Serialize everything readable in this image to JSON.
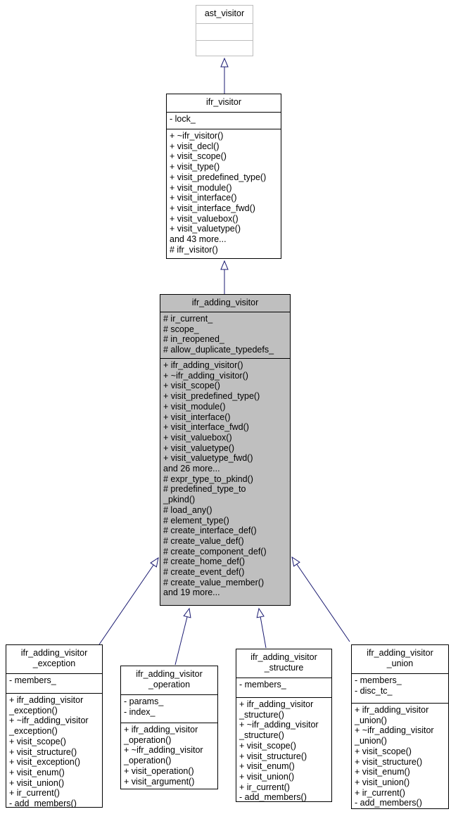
{
  "diagram": {
    "type": "uml-class-inheritance-graph",
    "arrow_color": "#191970",
    "highlight_fill": "#bfbfbf",
    "nodes": {
      "ast_visitor": {
        "title": "ast_visitor",
        "attributes": [],
        "methods": []
      },
      "ifr_visitor": {
        "title": "ifr_visitor",
        "attributes": [
          "- lock_"
        ],
        "methods": [
          "+ ~ifr_visitor()",
          "+ visit_decl()",
          "+ visit_scope()",
          "+ visit_type()",
          "+ visit_predefined_type()",
          "+ visit_module()",
          "+ visit_interface()",
          "+ visit_interface_fwd()",
          "+ visit_valuebox()",
          "+ visit_valuetype()",
          "and 43 more...",
          "# ifr_visitor()"
        ]
      },
      "ifr_adding_visitor": {
        "title": "ifr_adding_visitor",
        "attributes": [
          "# ir_current_",
          "# scope_",
          "# in_reopened_",
          "# allow_duplicate_typedefs_"
        ],
        "methods": [
          "+ ifr_adding_visitor()",
          "+ ~ifr_adding_visitor()",
          "+ visit_scope()",
          "+ visit_predefined_type()",
          "+ visit_module()",
          "+ visit_interface()",
          "+ visit_interface_fwd()",
          "+ visit_valuebox()",
          "+ visit_valuetype()",
          "+ visit_valuetype_fwd()",
          "and 26 more...",
          "# expr_type_to_pkind()",
          "# predefined_type_to",
          "_pkind()",
          "# load_any()",
          "# element_type()",
          "# create_interface_def()",
          "# create_value_def()",
          "# create_component_def()",
          "# create_home_def()",
          "# create_event_def()",
          "# create_value_member()",
          "and 19 more..."
        ]
      },
      "ifr_adding_visitor_exception": {
        "title": [
          "ifr_adding_visitor",
          "_exception"
        ],
        "attributes": [
          "- members_"
        ],
        "methods": [
          "+ ifr_adding_visitor",
          "_exception()",
          "+ ~ifr_adding_visitor",
          "_exception()",
          "+ visit_scope()",
          "+ visit_structure()",
          "+ visit_exception()",
          "+ visit_enum()",
          "+ visit_union()",
          "+ ir_current()",
          "- add_members()"
        ]
      },
      "ifr_adding_visitor_operation": {
        "title": [
          "ifr_adding_visitor",
          "_operation"
        ],
        "attributes": [
          "- params_",
          "- index_"
        ],
        "methods": [
          "+ ifr_adding_visitor",
          "_operation()",
          "+ ~ifr_adding_visitor",
          "_operation()",
          "+ visit_operation()",
          "+ visit_argument()"
        ]
      },
      "ifr_adding_visitor_structure": {
        "title": [
          "ifr_adding_visitor",
          "_structure"
        ],
        "attributes": [
          "- members_"
        ],
        "methods": [
          "+ ifr_adding_visitor",
          "_structure()",
          "+ ~ifr_adding_visitor",
          "_structure()",
          "+ visit_scope()",
          "+ visit_structure()",
          "+ visit_enum()",
          "+ visit_union()",
          "+ ir_current()",
          "- add_members()"
        ]
      },
      "ifr_adding_visitor_union": {
        "title": [
          "ifr_adding_visitor",
          "_union"
        ],
        "attributes": [
          "- members_",
          "- disc_tc_"
        ],
        "methods": [
          "+ ifr_adding_visitor",
          "_union()",
          "+ ~ifr_adding_visitor",
          "_union()",
          "+ visit_scope()",
          "+ visit_structure()",
          "+ visit_enum()",
          "+ visit_union()",
          "+ ir_current()",
          "- add_members()"
        ]
      }
    },
    "edges": [
      {
        "from": "ifr_visitor",
        "to": "ast_visitor",
        "type": "inheritance"
      },
      {
        "from": "ifr_adding_visitor",
        "to": "ifr_visitor",
        "type": "inheritance"
      },
      {
        "from": "ifr_adding_visitor_exception",
        "to": "ifr_adding_visitor",
        "type": "inheritance"
      },
      {
        "from": "ifr_adding_visitor_operation",
        "to": "ifr_adding_visitor",
        "type": "inheritance"
      },
      {
        "from": "ifr_adding_visitor_structure",
        "to": "ifr_adding_visitor",
        "type": "inheritance"
      },
      {
        "from": "ifr_adding_visitor_union",
        "to": "ifr_adding_visitor",
        "type": "inheritance"
      }
    ]
  }
}
